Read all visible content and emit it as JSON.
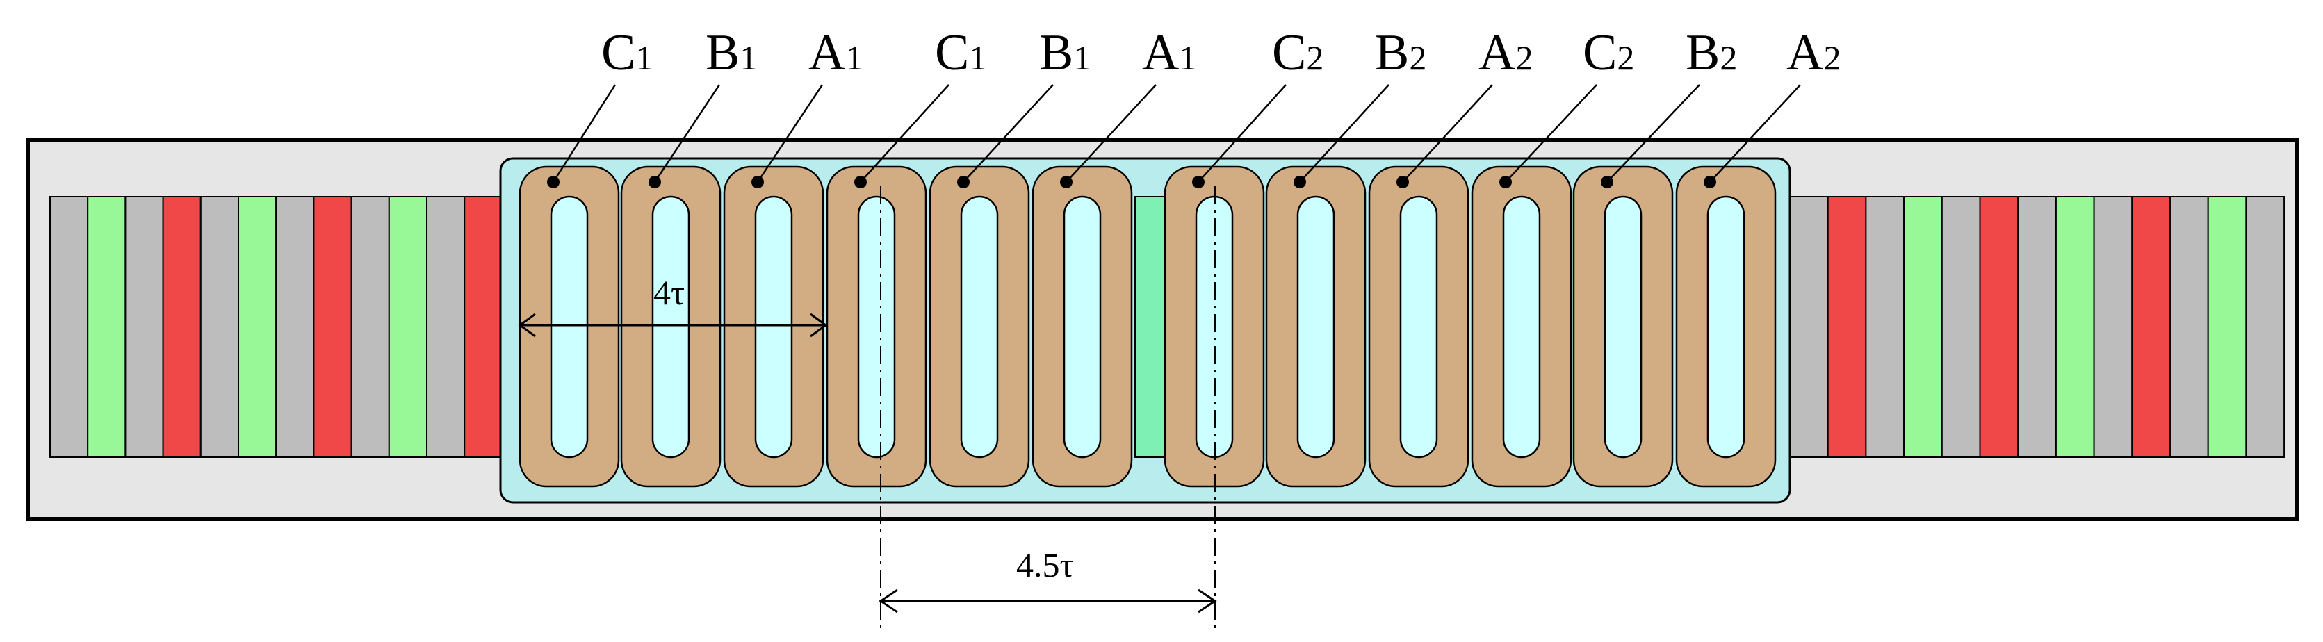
{
  "coil_labels": [
    {
      "letter": "C",
      "sub": "1"
    },
    {
      "letter": "B",
      "sub": "1"
    },
    {
      "letter": "A",
      "sub": "1"
    },
    {
      "letter": "C",
      "sub": "1"
    },
    {
      "letter": "B",
      "sub": "1"
    },
    {
      "letter": "A",
      "sub": "1"
    },
    {
      "letter": "C",
      "sub": "2"
    },
    {
      "letter": "B",
      "sub": "2"
    },
    {
      "letter": "A",
      "sub": "2"
    },
    {
      "letter": "C",
      "sub": "2"
    },
    {
      "letter": "B",
      "sub": "2"
    },
    {
      "letter": "A",
      "sub": "2"
    }
  ],
  "dimensions": {
    "coil_span": "4τ",
    "group_spacing": "4.5τ"
  },
  "magnet_pattern_left": [
    "grey",
    "green",
    "grey",
    "red",
    "grey",
    "green",
    "grey",
    "red",
    "grey",
    "green",
    "grey",
    "red"
  ],
  "magnet_pattern_right": [
    "grey",
    "red",
    "grey",
    "green",
    "grey",
    "red",
    "grey",
    "green",
    "grey",
    "red",
    "grey",
    "green",
    "grey"
  ],
  "colors": {
    "stator_frame": "#e6e6e6",
    "mover_base": "#b9ecec",
    "coil_copper": "#d2ad84",
    "coil_slot": "#ccffff",
    "magnet_red": "#f04848",
    "magnet_green": "#98f898",
    "magnet_grey": "#bdbdbd",
    "center_tooth": "#7ff0b4"
  }
}
